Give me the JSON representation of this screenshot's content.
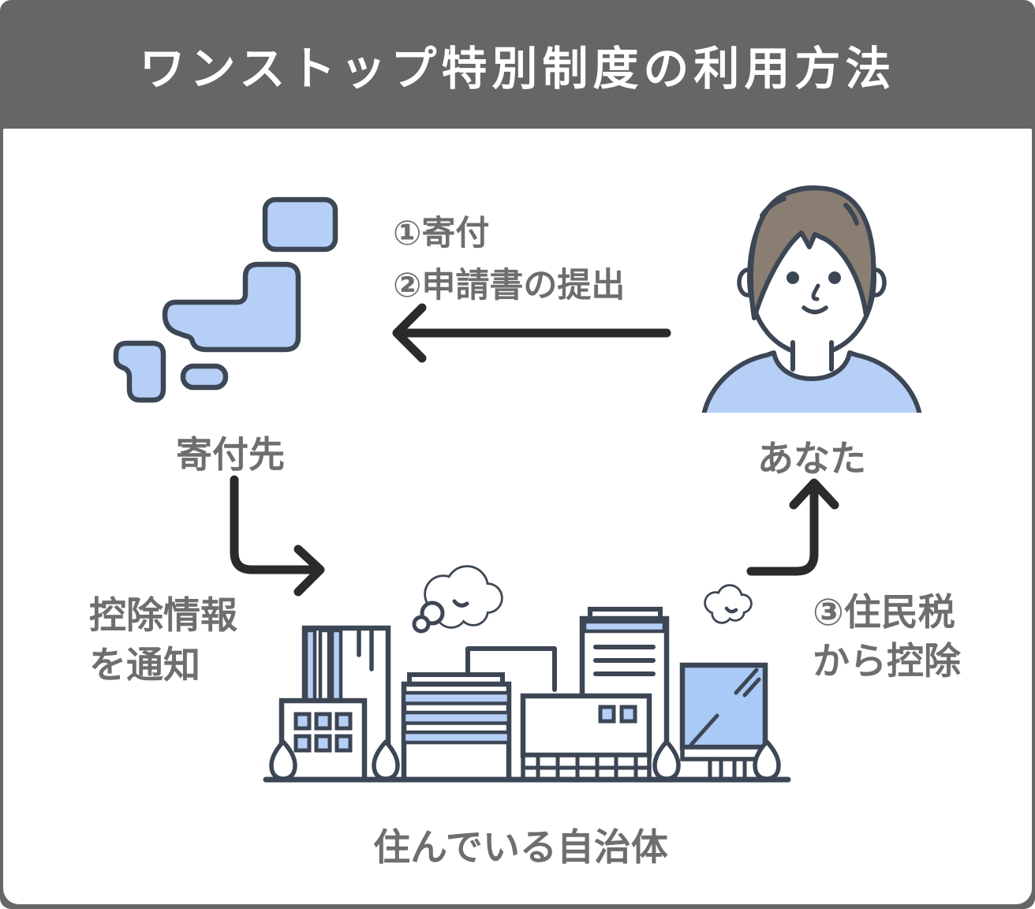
{
  "header": {
    "title": "ワンストップ特別制度の利用方法"
  },
  "nodes": {
    "donation_destination": {
      "label": "寄付先"
    },
    "you": {
      "label": "あなた"
    },
    "home_municipality": {
      "label": "住んでいる自治体"
    }
  },
  "flows": {
    "donate_and_apply": {
      "line1": "①寄付",
      "line2": "②申請書の提出"
    },
    "notify_deduction": {
      "line1": "控除情報",
      "line2": "を通知"
    },
    "deduct_resident_tax": {
      "line1": "③住民税",
      "line2": "から控除"
    }
  },
  "colors": {
    "frame_gray": "#666666",
    "panel_white": "#ffffff",
    "title_white": "#ffffff",
    "label_gray": "#6e6e6e",
    "outline_navy": "#3d4654",
    "light_blue": "#b5cff7",
    "glass_blue": "#a9c9f6",
    "arrow_black": "#2b2b2b",
    "hair_brown": "#8a7e72",
    "trunk_brown": "#9a7f5e"
  }
}
